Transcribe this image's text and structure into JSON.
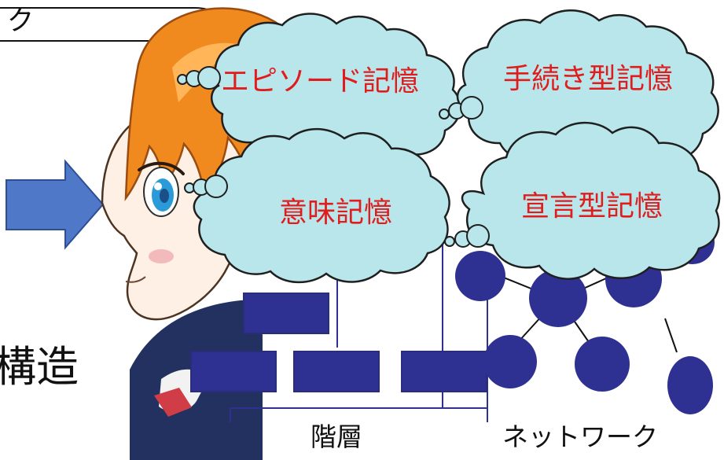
{
  "top_left_bubble": {
    "text": "ク"
  },
  "left_label": {
    "text": "構造"
  },
  "clouds": {
    "episodic": "エピソード記憶",
    "procedural": "手続き型記憶",
    "semantic": "意味記憶",
    "declarative": "宣言型記憶"
  },
  "bottom_labels": {
    "hierarchy": "階層",
    "network": "ネットワーク"
  },
  "colors": {
    "arrow_fill": "#4f78c8",
    "arrow_stroke": "#2d4f93",
    "cloud_fill": "#b9e6ea",
    "cloud_stroke": "#1f1f1f",
    "cloud_text": "#e01c1c",
    "structure_fill": "#2f3192",
    "structure_stroke": "#2a2d7a",
    "line_color": "#2f3192",
    "network_line": "#111111"
  }
}
